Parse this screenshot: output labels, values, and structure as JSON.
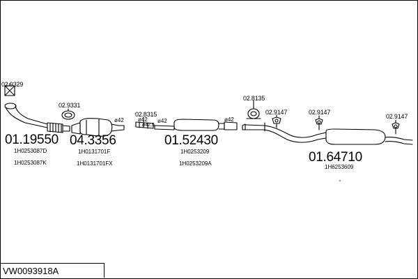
{
  "diagram": {
    "code": "VW0093918A",
    "parts": [
      {
        "ref": "02.9329"
      },
      {
        "ref": "01.19550",
        "numbers": [
          "1H0253087D",
          "1H0253087K"
        ]
      },
      {
        "ref": "02.9331"
      },
      {
        "ref": "04.3356",
        "numbers": [
          "1H0131701F",
          "1H0131701FX"
        ]
      },
      {
        "ref": "02.8315",
        "dims": [
          "ø42",
          "ø42,5"
        ]
      },
      {
        "ref": "01.52430",
        "numbers": [
          "1H0253209",
          "1H0253209A"
        ],
        "dims": [
          "ø42",
          "ø42"
        ]
      },
      {
        "ref": "02.8135"
      },
      {
        "ref": "02.9147"
      },
      {
        "ref": "02.9147"
      },
      {
        "ref": "02.9147"
      },
      {
        "ref": "01.64710",
        "numbers": [
          "1H6253609"
        ]
      }
    ],
    "dims": [
      "ø42"
    ]
  }
}
